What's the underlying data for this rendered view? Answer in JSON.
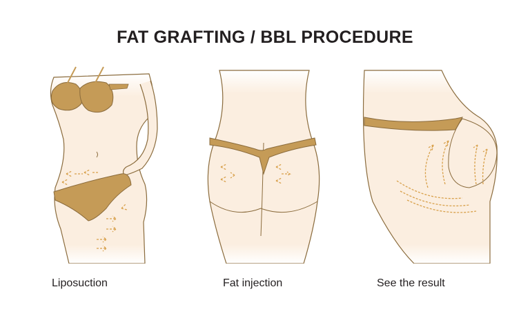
{
  "title": "FAT GRAFTING / BBL PROCEDURE",
  "panels": [
    {
      "caption": "Liposuction"
    },
    {
      "caption": "Fat injection"
    },
    {
      "caption": "See the result"
    }
  ],
  "colors": {
    "skin": "#fbeee0",
    "outline": "#8a6b3c",
    "garment": "#c59b57",
    "arrow": "#d8a04a",
    "text": "#231f20"
  }
}
